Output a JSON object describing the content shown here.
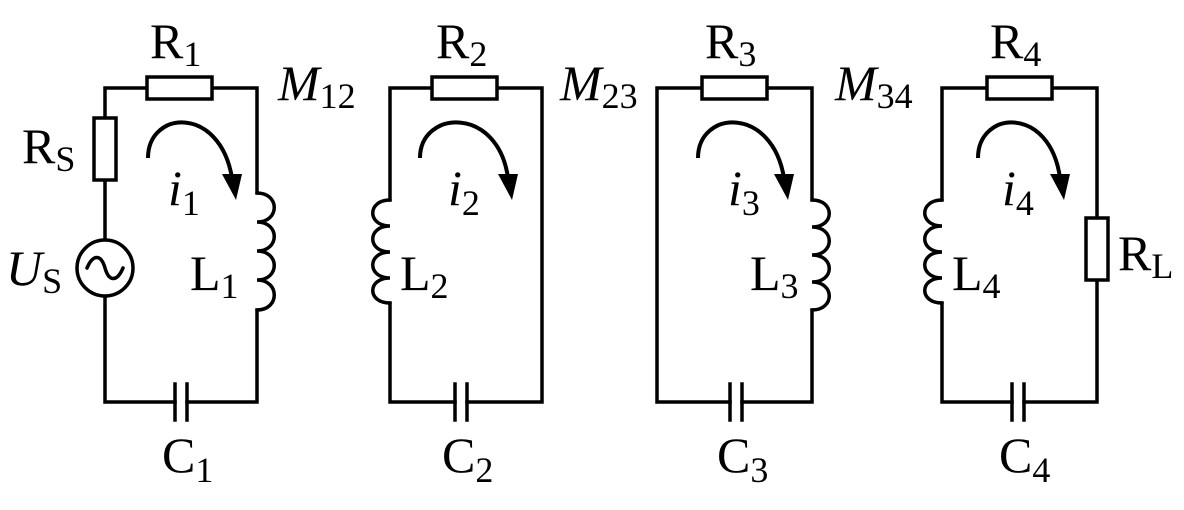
{
  "circuit": {
    "stages": [
      {
        "resistor": "R",
        "resistor_sub": "1",
        "inductor": "L",
        "inductor_sub": "1",
        "capacitor": "C",
        "capacitor_sub": "1",
        "current": "i",
        "current_sub": "1"
      },
      {
        "resistor": "R",
        "resistor_sub": "2",
        "inductor": "L",
        "inductor_sub": "2",
        "capacitor": "C",
        "capacitor_sub": "2",
        "current": "i",
        "current_sub": "2"
      },
      {
        "resistor": "R",
        "resistor_sub": "3",
        "inductor": "L",
        "inductor_sub": "3",
        "capacitor": "C",
        "capacitor_sub": "3",
        "current": "i",
        "current_sub": "3"
      },
      {
        "resistor": "R",
        "resistor_sub": "4",
        "inductor": "L",
        "inductor_sub": "4",
        "capacitor": "C",
        "capacitor_sub": "4",
        "current": "i",
        "current_sub": "4"
      }
    ],
    "couplings": [
      {
        "label": "M",
        "sub": "12"
      },
      {
        "label": "M",
        "sub": "23"
      },
      {
        "label": "M",
        "sub": "34"
      }
    ],
    "source": {
      "resistor": "R",
      "resistor_sub": "S",
      "voltage": "U",
      "voltage_sub": "S"
    },
    "load": {
      "resistor": "R",
      "resistor_sub": "L"
    }
  }
}
